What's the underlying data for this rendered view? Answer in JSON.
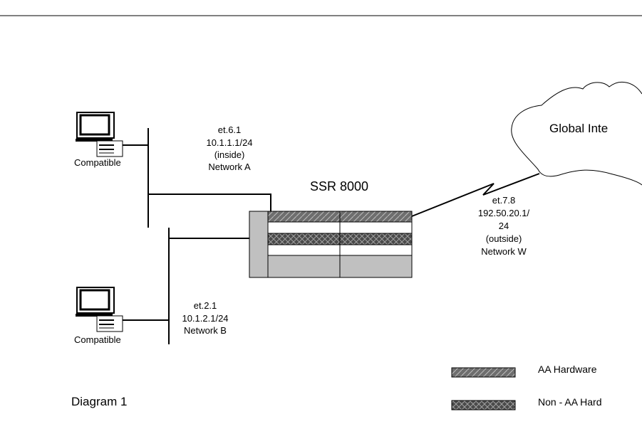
{
  "router": {
    "title": "SSR 8000"
  },
  "pcs": [
    {
      "label": "Compatible"
    },
    {
      "label": "Compatible"
    }
  ],
  "network_a": {
    "lines": [
      "et.6.1",
      "10.1.1.1/24",
      "(inside)",
      "Network A"
    ]
  },
  "network_b": {
    "lines": [
      "et.2.1",
      "10.1.2.1/24",
      "Network B"
    ]
  },
  "network_w": {
    "lines": [
      "et.7.8",
      "192.50.20.1/",
      "24",
      "(outside)",
      "Network W"
    ]
  },
  "cloud": {
    "label": "Global Inte"
  },
  "legend": [
    {
      "label": "AA Hardware",
      "pattern": "hatched"
    },
    {
      "label": "Non - AA Hard",
      "pattern": "crosshatched"
    }
  ],
  "caption": "Diagram 1",
  "colors": {
    "hatched": "#6e6e6e",
    "crosshatched": "#4a4a4a",
    "chassis": "#c0c0c0"
  }
}
